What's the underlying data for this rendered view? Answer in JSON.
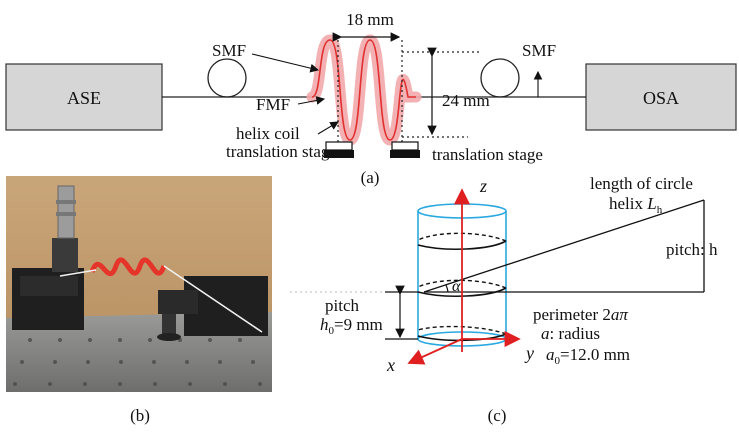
{
  "panel_a": {
    "left_box": "ASE",
    "right_box": "OSA",
    "smf_left": "SMF",
    "smf_right": "SMF",
    "fmf": "FMF",
    "width_label": "18 mm",
    "height_label": "24 mm",
    "helix_coil_label": "helix coil",
    "stage_left_label": "translation stage",
    "stage_right_label": "translation stage",
    "caption": "(a)"
  },
  "panel_b": {
    "caption": "(b)"
  },
  "panel_c": {
    "z_axis": "z",
    "x_axis": "x",
    "y_axis": "y",
    "length_line1": "length of circle",
    "length_line2_prefix": "helix ",
    "length_var": "L",
    "length_sub": "h",
    "pitch_h": "pitch: h",
    "pitch_label": "pitch",
    "pitch_h0_var": "h",
    "pitch_h0_sub": "0",
    "pitch_h0_value": "=9 mm",
    "angle_symbol": "α",
    "perimeter_prefix": "perimeter 2",
    "perimeter_var": "aπ",
    "radius_var": "a",
    "radius_text": ": radius",
    "a0_var": "a",
    "a0_sub": "0",
    "a0_value": "=12.0 mm",
    "caption": "(c)"
  },
  "colors": {
    "fiber_red": "#e03030",
    "fiber_glow": "#f2a9ab",
    "cylinder_blue": "#2aa8e0",
    "axis_red": "#e02020",
    "box_gray": "#d6d6d6"
  }
}
